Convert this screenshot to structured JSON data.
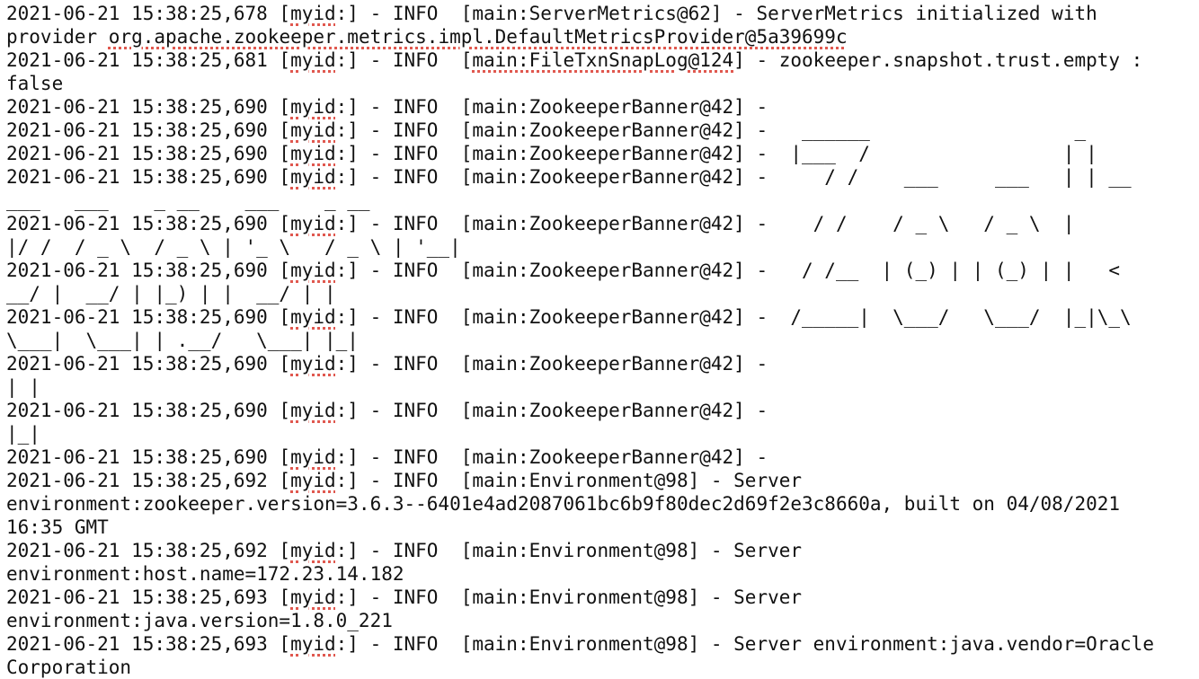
{
  "log": {
    "lines": [
      [
        {
          "t": "2021-06-21 15:38:25,678 ["
        },
        {
          "t": "myid",
          "u": true
        },
        {
          "t": ":] - INFO  [main:ServerMetrics@62] - ServerMetrics initialized with"
        }
      ],
      [
        {
          "t": "provider "
        },
        {
          "t": "org.apache.zookeeper.metrics.impl.DefaultMetricsProvider@5a39699c",
          "u": true
        }
      ],
      [
        {
          "t": "2021-06-21 15:38:25,681 ["
        },
        {
          "t": "myid",
          "u": true
        },
        {
          "t": ":] - INFO  ["
        },
        {
          "t": "main:FileTxnSnapLog@124",
          "u": true
        },
        {
          "t": "] - zookeeper.snapshot.trust.empty :"
        }
      ],
      [
        {
          "t": "false"
        }
      ],
      [
        {
          "t": "2021-06-21 15:38:25,690 ["
        },
        {
          "t": "myid",
          "u": true
        },
        {
          "t": ":] - INFO  [main:ZookeeperBanner@42] -"
        }
      ],
      [
        {
          "t": "2021-06-21 15:38:25,690 ["
        },
        {
          "t": "myid",
          "u": true
        },
        {
          "t": ":] - INFO  [main:ZookeeperBanner@42] -   ______                  _"
        }
      ],
      [
        {
          "t": "2021-06-21 15:38:25,690 ["
        },
        {
          "t": "myid",
          "u": true
        },
        {
          "t": ":] - INFO  [main:ZookeeperBanner@42] -  |___  /                 | |"
        }
      ],
      [
        {
          "t": "2021-06-21 15:38:25,690 ["
        },
        {
          "t": "myid",
          "u": true
        },
        {
          "t": ":] - INFO  [main:ZookeeperBanner@42] -     / /    ___     ___   | | __"
        }
      ],
      [
        {
          "t": "___   ___    _ __    ___    _ __"
        }
      ],
      [
        {
          "t": "2021-06-21 15:38:25,690 ["
        },
        {
          "t": "myid",
          "u": true
        },
        {
          "t": ":] - INFO  [main:ZookeeperBanner@42] -    / /    / _ \\   / _ \\  |"
        }
      ],
      [
        {
          "t": "|/ /  / _ \\  / _ \\ | '_ \\   / _ \\ | '__|"
        }
      ],
      [
        {
          "t": "2021-06-21 15:38:25,690 ["
        },
        {
          "t": "myid",
          "u": true
        },
        {
          "t": ":] - INFO  [main:ZookeeperBanner@42] -   / /__  | (_) | | (_) | |   <"
        }
      ],
      [
        {
          "t": "__/ |  __/ | |_) | |  __/ | |"
        }
      ],
      [
        {
          "t": "2021-06-21 15:38:25,690 ["
        },
        {
          "t": "myid",
          "u": true
        },
        {
          "t": ":] - INFO  [main:ZookeeperBanner@42] -  /_____|  \\___/   \\___/  |_|\\_\\"
        }
      ],
      [
        {
          "t": "\\___|  \\___| | .__/   \\___| |_|"
        }
      ],
      [
        {
          "t": "2021-06-21 15:38:25,690 ["
        },
        {
          "t": "myid",
          "u": true
        },
        {
          "t": ":] - INFO  [main:ZookeeperBanner@42] -"
        }
      ],
      [
        {
          "t": "| |"
        }
      ],
      [
        {
          "t": "2021-06-21 15:38:25,690 ["
        },
        {
          "t": "myid",
          "u": true
        },
        {
          "t": ":] - INFO  [main:ZookeeperBanner@42] -"
        }
      ],
      [
        {
          "t": "|_|"
        }
      ],
      [
        {
          "t": "2021-06-21 15:38:25,690 ["
        },
        {
          "t": "myid",
          "u": true
        },
        {
          "t": ":] - INFO  [main:ZookeeperBanner@42] -"
        }
      ],
      [
        {
          "t": "2021-06-21 15:38:25,692 ["
        },
        {
          "t": "myid",
          "u": true
        },
        {
          "t": ":] - INFO  [main:Environment@98] - Server"
        }
      ],
      [
        {
          "t": "environment:zookeeper.version=3.6.3--6401e4ad2087061bc6b9f80dec2d69f2e3c8660a, built on 04/08/2021"
        }
      ],
      [
        {
          "t": "16:35 GMT"
        }
      ],
      [
        {
          "t": "2021-06-21 15:38:25,692 ["
        },
        {
          "t": "myid",
          "u": true
        },
        {
          "t": ":] - INFO  [main:Environment@98] - Server"
        }
      ],
      [
        {
          "t": "environment:host.name=172.23.14.182"
        }
      ],
      [
        {
          "t": "2021-06-21 15:38:25,693 ["
        },
        {
          "t": "myid",
          "u": true
        },
        {
          "t": ":] - INFO  [main:Environment@98] - Server"
        }
      ],
      [
        {
          "t": "environment:java.version=1.8.0_221"
        }
      ],
      [
        {
          "t": "2021-06-21 15:38:25,693 ["
        },
        {
          "t": "myid",
          "u": true
        },
        {
          "t": ":] - INFO  [main:Environment@98] - Server environment:java.vendor=Oracle"
        }
      ],
      [
        {
          "t": "Corporation"
        }
      ]
    ]
  },
  "colors": {
    "text": "#111111",
    "background": "#ffffff",
    "spellcheck_underline": "#e0584f"
  }
}
